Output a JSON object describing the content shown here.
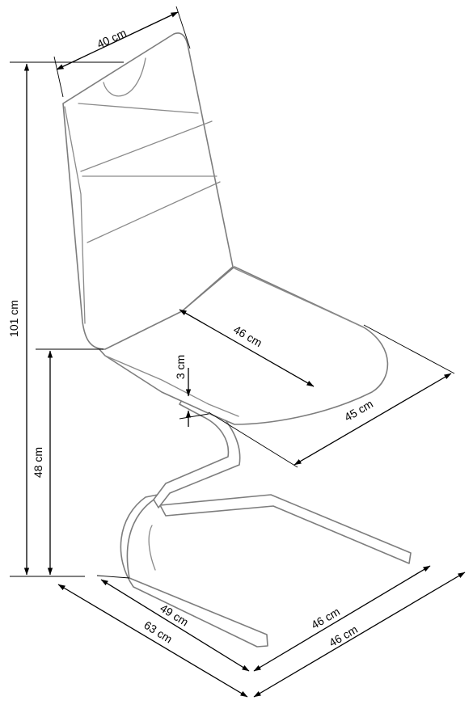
{
  "labels": {
    "top_width": "40 cm",
    "total_height": "101 cm",
    "seat_height": "48 cm",
    "seat_depth": "46 cm",
    "seat_thickness": "3 cm",
    "seat_width": "45 cm",
    "inner_depth": "49 cm",
    "total_depth": "63 cm",
    "base_width_inner": "46 cm",
    "base_width_outer": "46 cm"
  },
  "colors": {
    "outline": "#7d7d7d",
    "dimension": "#000000"
  }
}
